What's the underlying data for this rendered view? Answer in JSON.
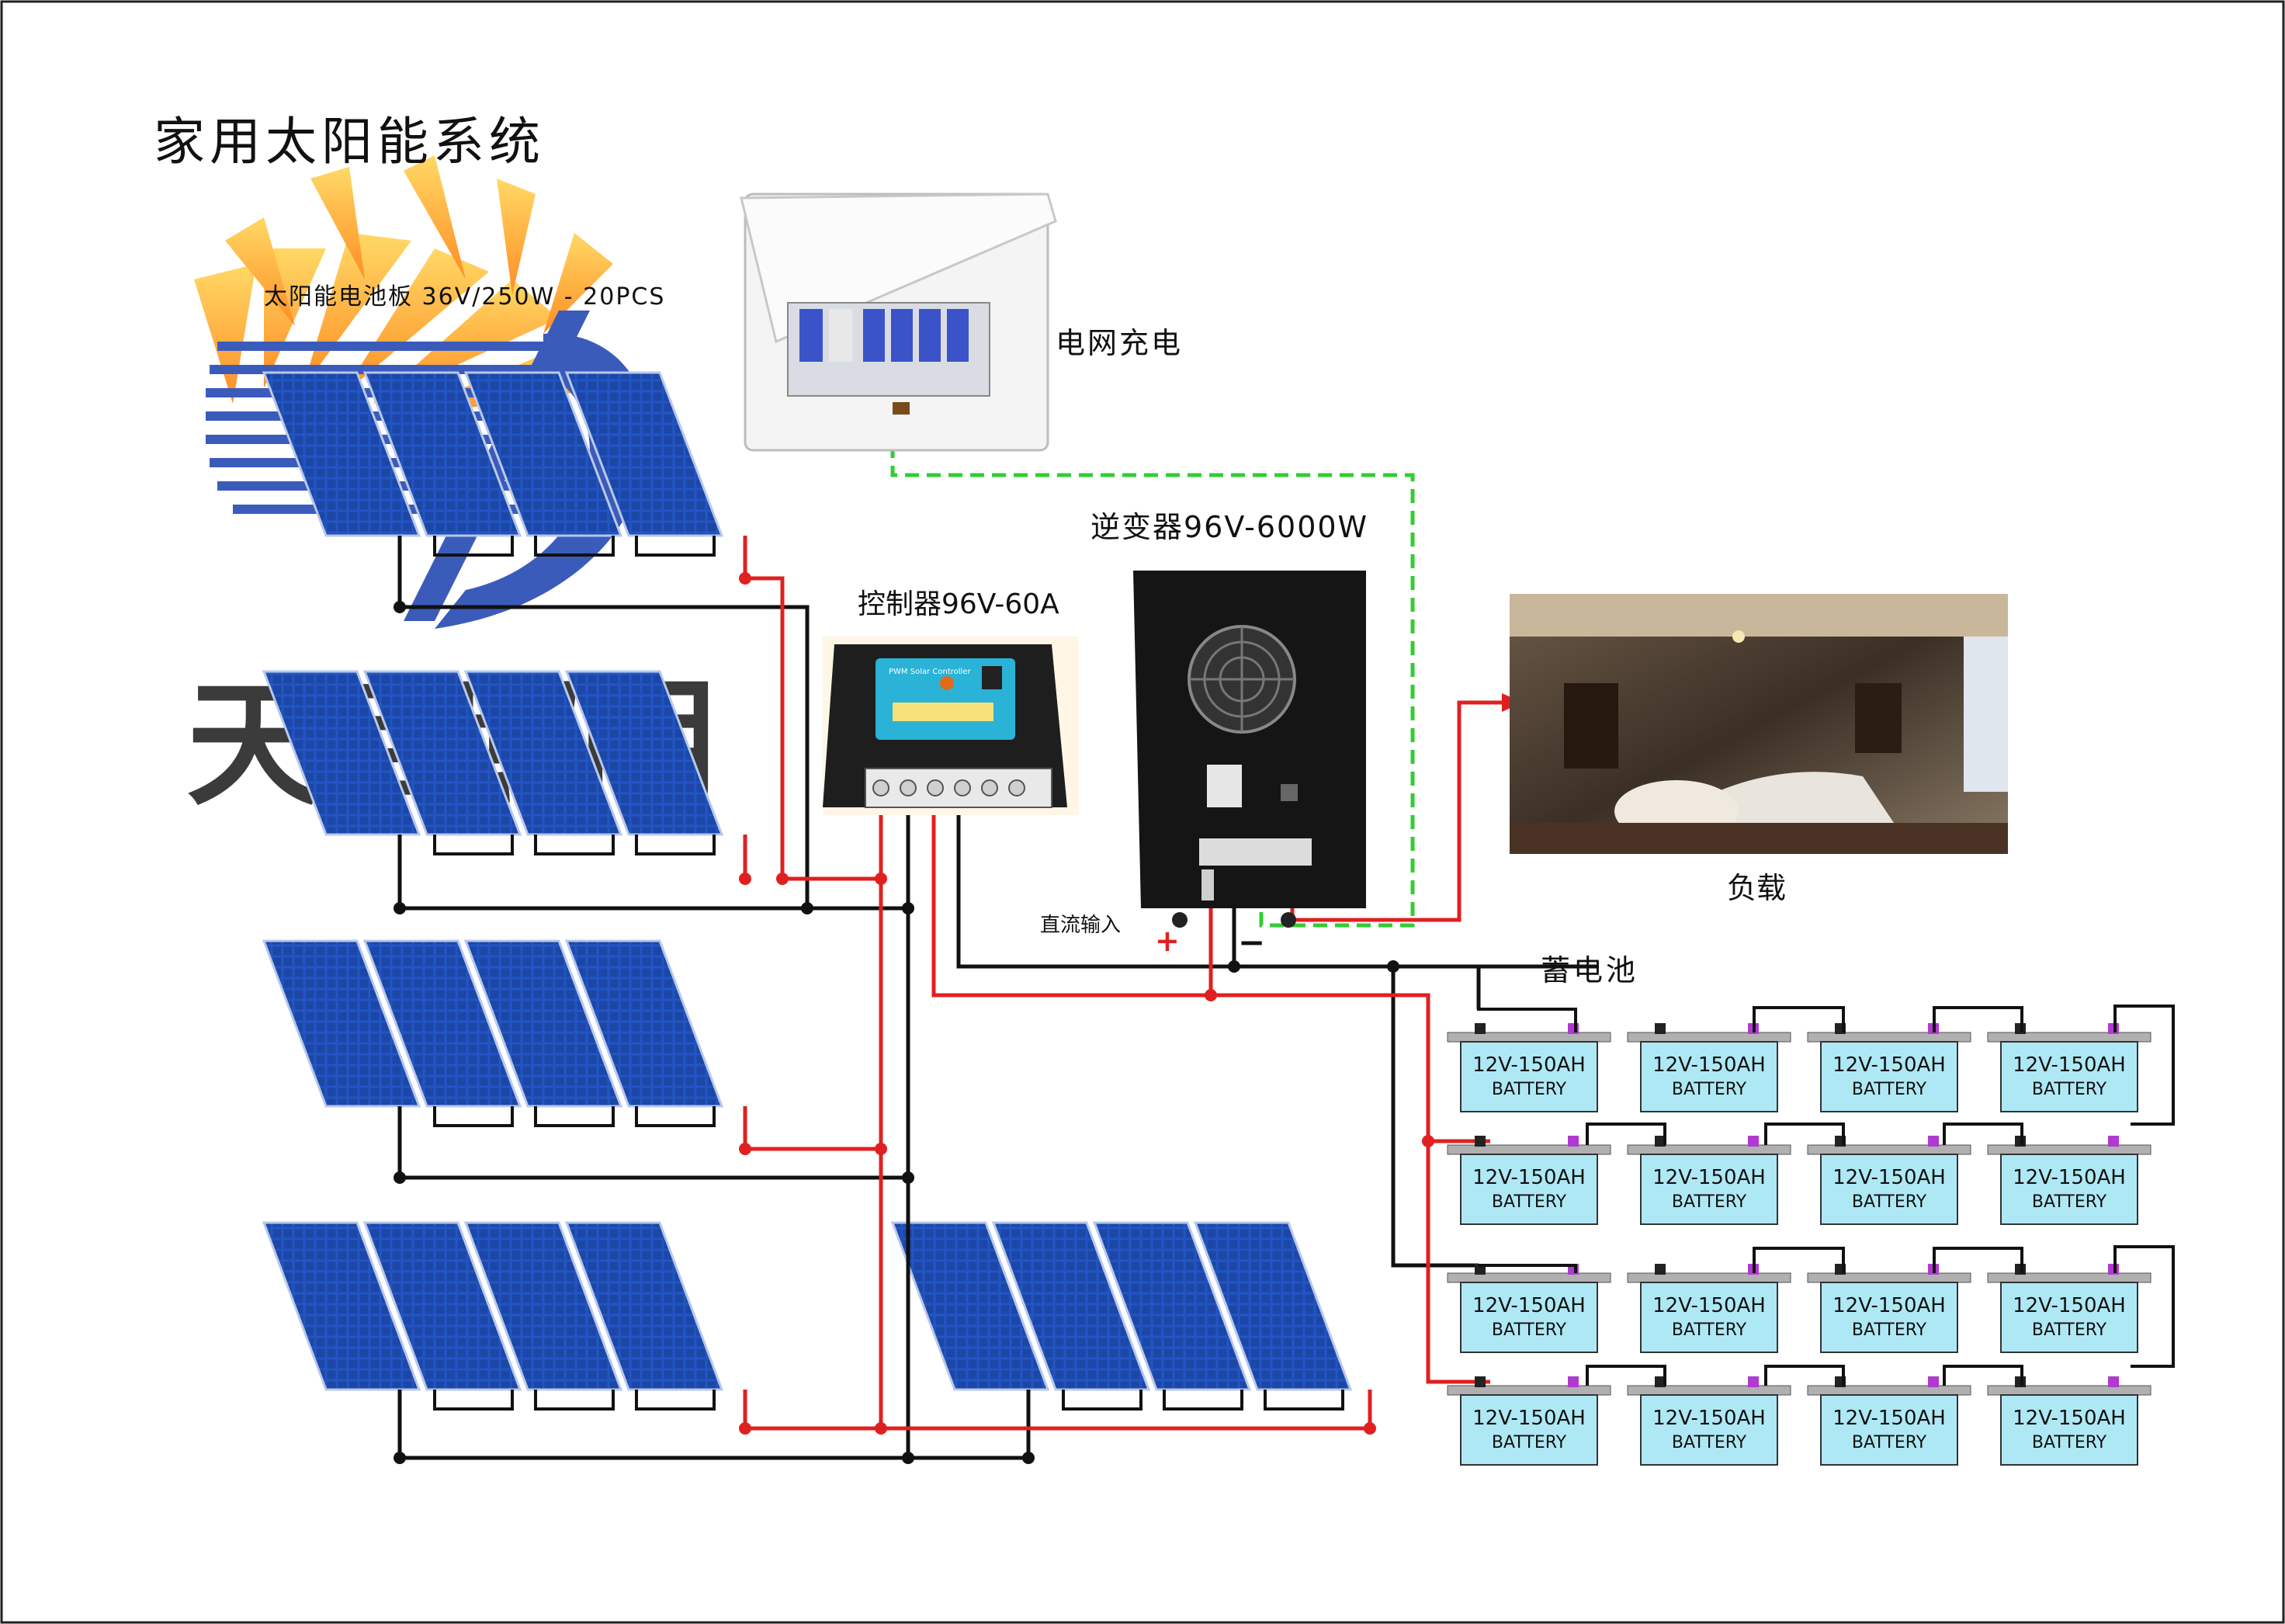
{
  "title": "家用太阳能系统",
  "panel_label": "太阳能电池板 36V/250W - 20PCS",
  "grid_label": "电网充电",
  "inverter_label": "逆变器96V-6000W",
  "controller_label": "控制器96V-60A",
  "dc_input_label": "直流输入",
  "plus_sign": "+",
  "minus_sign": "−",
  "load_label": "负载",
  "battery_bank_label": "蓄电池",
  "battery": {
    "rating": "12V-150AH",
    "type": "BATTERY"
  },
  "battery_rows": 4,
  "batteries_per_row": 4,
  "controller_face": {
    "title": "PWM Solar Controller"
  },
  "logo_text": "天目照明",
  "colors": {
    "positive_wire": "#e02020",
    "negative_wire": "#111111",
    "grid_wire": "#33cc33",
    "panel": "#1f4fb0",
    "battery_body": "#aee8f5",
    "battery_top": "#b0b0b0",
    "logo_sun": "#ff9d1a",
    "logo_blue": "#1a3fb0"
  }
}
